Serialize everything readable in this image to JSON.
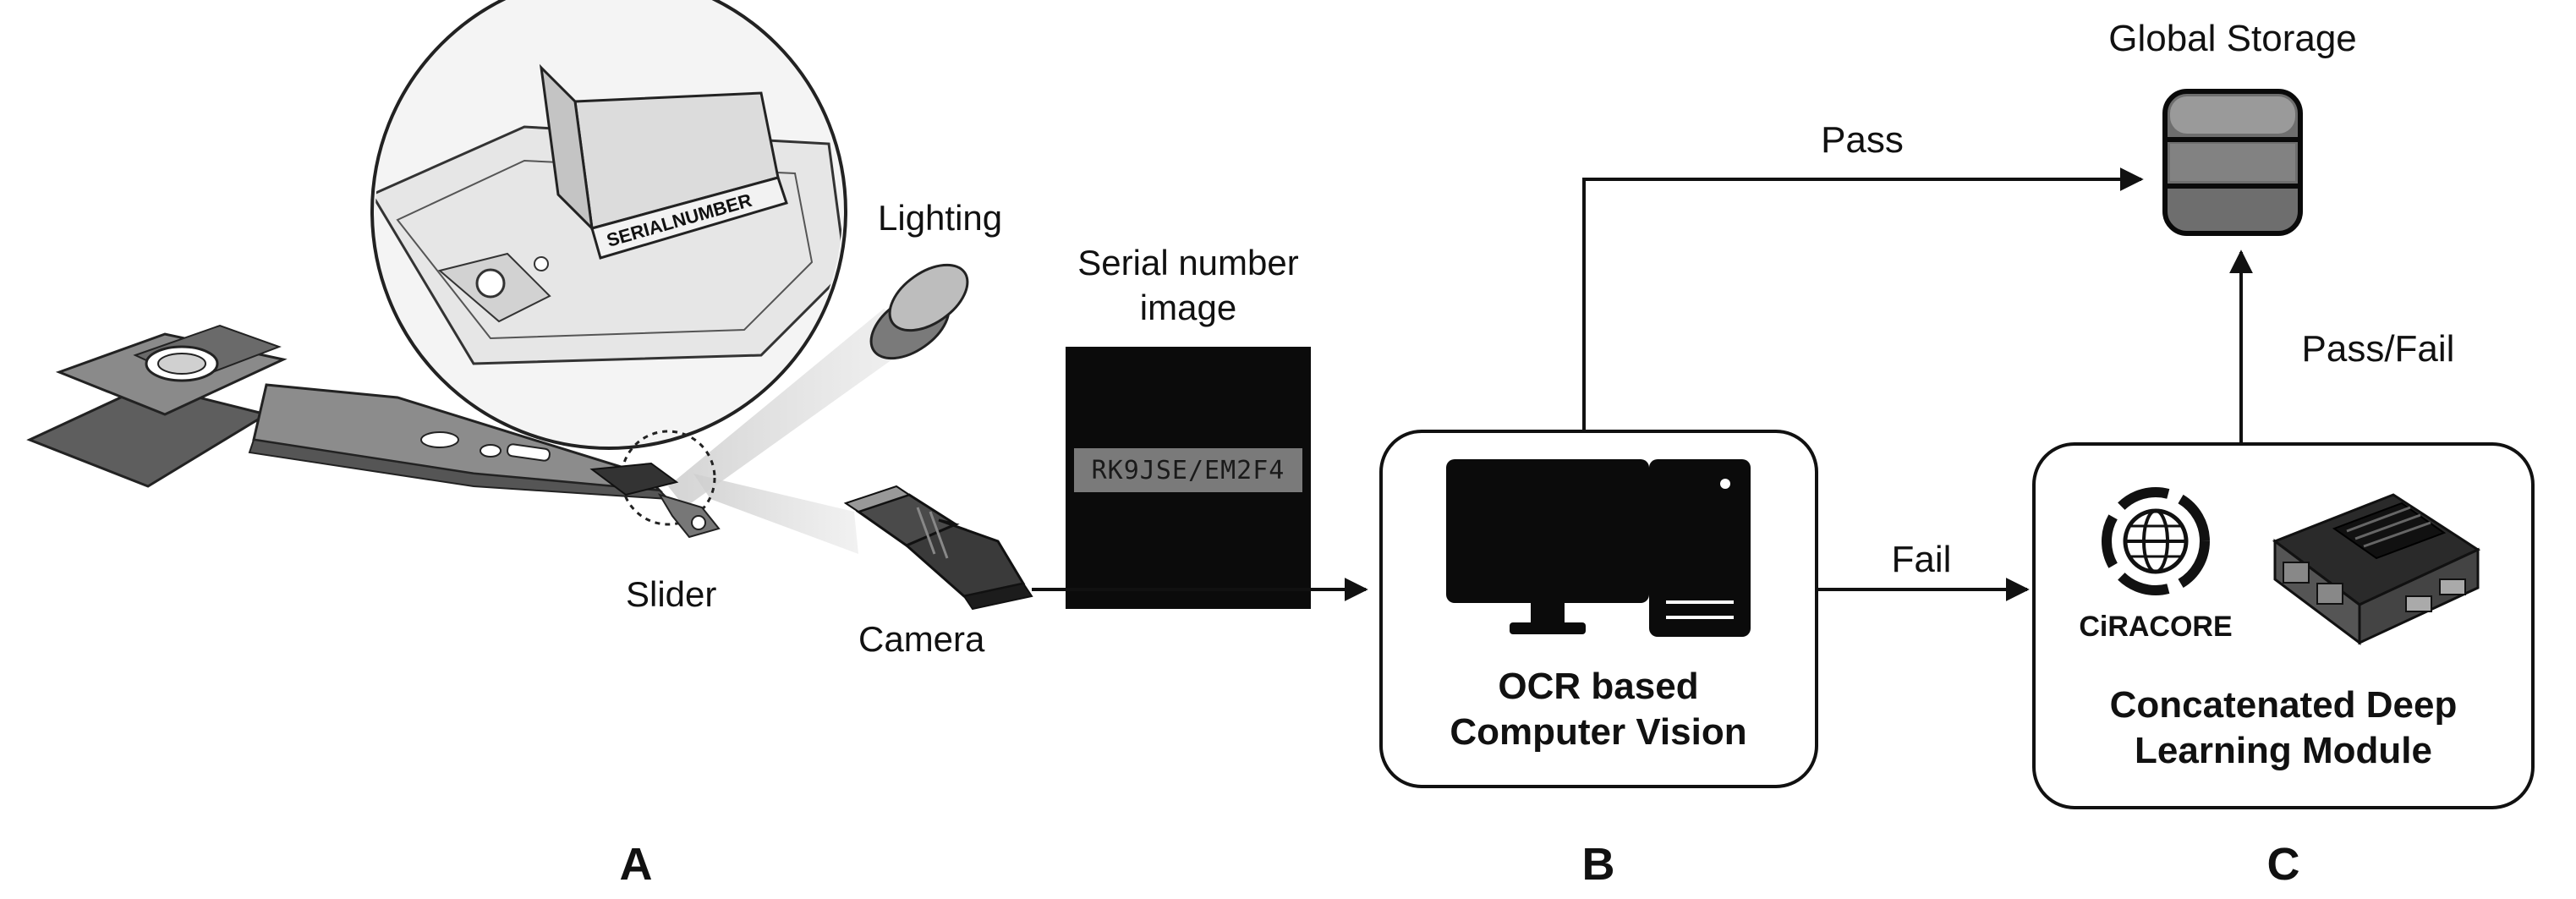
{
  "labels": {
    "lighting": "Lighting",
    "serial_image_line1": "Serial number",
    "serial_image_line2": "image",
    "slider": "Slider",
    "camera": "Camera",
    "serial_on_block": "SERIALNUMBER",
    "serial_text": "RK9JSE/EM2F4",
    "global_storage": "Global Storage",
    "pass": "Pass",
    "fail": "Fail",
    "pass_fail": "Pass/Fail",
    "ocr_line1": "OCR based",
    "ocr_line2": "Computer Vision",
    "module_line1": "Concatenated Deep",
    "module_line2": "Learning Module",
    "logo_text": "CiRACORE"
  },
  "sections": {
    "a": "A",
    "b": "B",
    "c": "C"
  },
  "icons": {
    "storage": "database-icon",
    "monitor": "monitor-icon",
    "tower": "pc-tower-icon",
    "board": "dev-board-icon",
    "logo": "globe-logo-icon"
  }
}
